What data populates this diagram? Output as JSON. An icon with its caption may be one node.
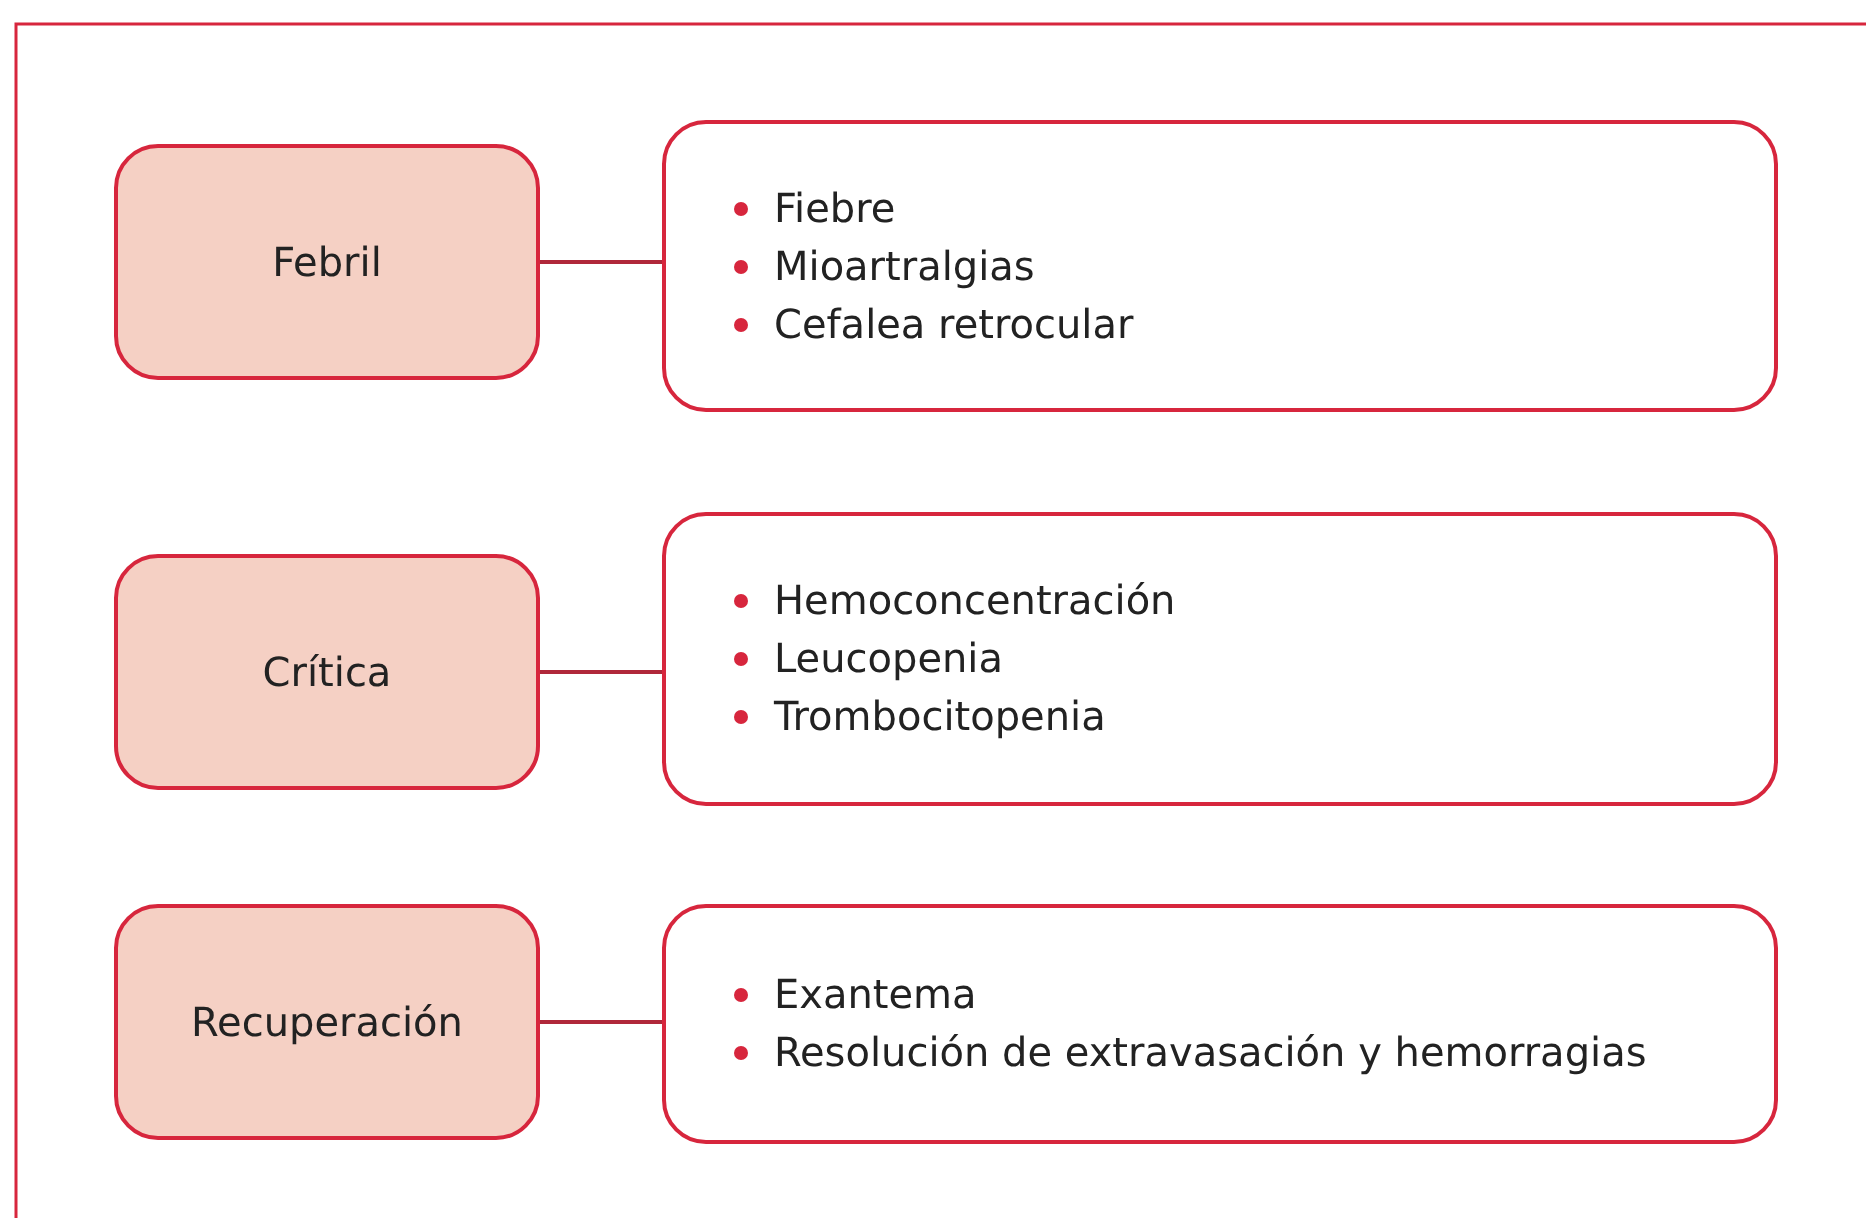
{
  "diagram": {
    "nodes": [
      {
        "text": [
          "Febril"
        ]
      },
      {
        "text": [
          "Fiebre",
          "Mioartralgias",
          "Cefalea retrocular"
        ]
      },
      {
        "text": [
          "Crítica"
        ]
      },
      {
        "text": [
          "Hemoconcentración",
          "Leucopenia",
          "Trombocitopenia"
        ]
      },
      {
        "text": [
          "Recuperación"
        ]
      },
      {
        "text": [
          "Exantema",
          "Resolución de extravasación y hemorragias"
        ]
      }
    ],
    "edges": [
      {
        "from": 0,
        "to": 1,
        "arrow": "none"
      },
      {
        "from": 2,
        "to": 3,
        "arrow": "none"
      },
      {
        "from": 4,
        "to": 5,
        "arrow": "none"
      }
    ]
  }
}
